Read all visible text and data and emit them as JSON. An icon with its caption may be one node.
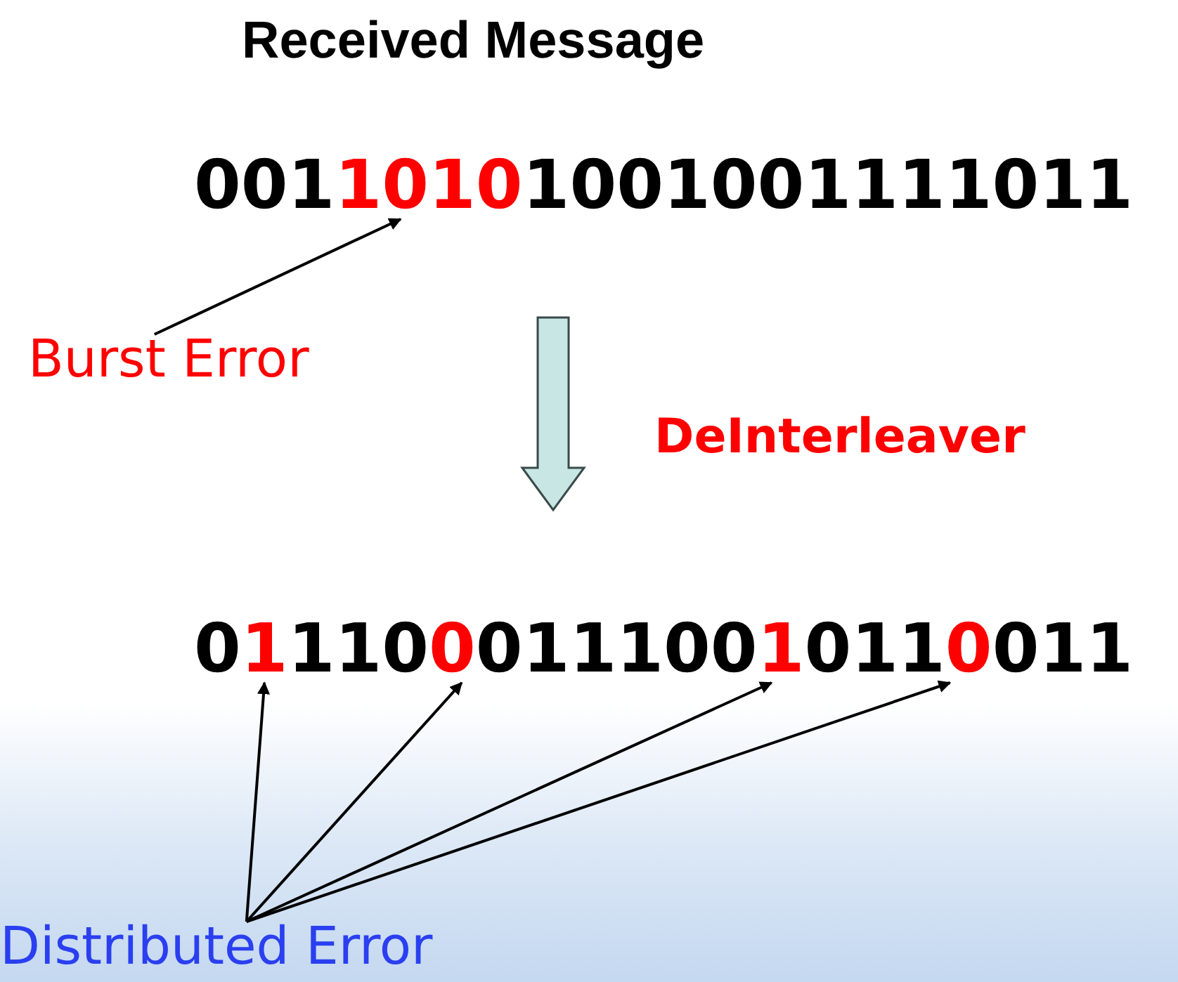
{
  "diagram": {
    "title": "Received Message",
    "nodes": [
      {
        "text": [
          "001"
        ]
      },
      {
        "text": [
          "1010"
        ]
      },
      {
        "text": [
          "1001001111011"
        ]
      },
      {
        "text": [
          "Burst Error"
        ]
      },
      {
        "text": [
          "0"
        ]
      },
      {
        "text": [
          "1"
        ]
      },
      {
        "text": [
          "110"
        ]
      },
      {
        "text": [
          "0"
        ]
      },
      {
        "text": [
          "011100"
        ]
      },
      {
        "text": [
          "1"
        ]
      },
      {
        "text": [
          "011"
        ]
      },
      {
        "text": [
          "0"
        ]
      },
      {
        "text": [
          "011"
        ]
      },
      {
        "text": [
          "Distributed Error"
        ]
      }
    ],
    "edges": [
      {
        "from": 3,
        "to": 1,
        "arrow": "to"
      },
      {
        "from": 2,
        "to": 8,
        "arrow": "to",
        "label": "DeInterleaver",
        "style": "thick",
        "color": "#c8e6e4"
      },
      {
        "from": 13,
        "to": 5,
        "arrow": "to"
      },
      {
        "from": 13,
        "to": 7,
        "arrow": "to"
      },
      {
        "from": 13,
        "to": 9,
        "arrow": "to"
      },
      {
        "from": 13,
        "to": 11,
        "arrow": "to"
      }
    ]
  }
}
